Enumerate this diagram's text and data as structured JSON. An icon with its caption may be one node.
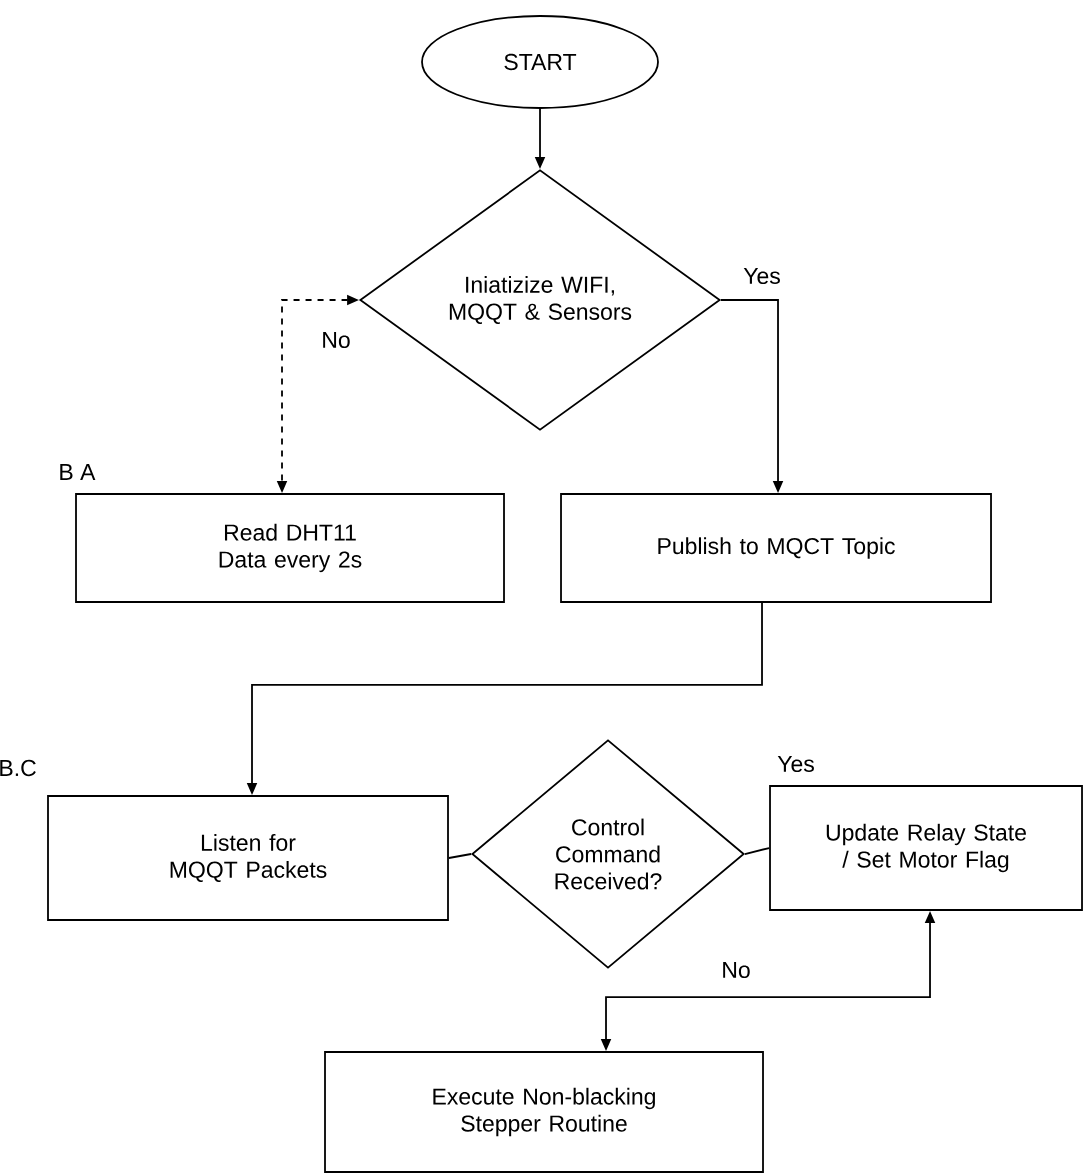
{
  "diagram": {
    "nodes": [
      {
        "text": [
          "START"
        ]
      },
      {
        "text": [
          "Iniatizize WIFI, MQQT & Sensors"
        ]
      },
      {
        "text": [
          "Read DHT11 Data every 2s"
        ]
      },
      {
        "text": [
          "Publish to MQCT Topic"
        ]
      },
      {
        "text": [
          "Listen for MQQT Packets"
        ]
      },
      {
        "text": [
          "Control Command Received?"
        ]
      },
      {
        "text": [
          "Update Relay State / Set Motor Flag"
        ]
      },
      {
        "text": [
          "Execute Non-blacking Stepper Routine"
        ]
      }
    ],
    "edges": [
      {
        "from": 0,
        "to": 1,
        "arrow": "to"
      },
      {
        "from": 1,
        "to": 2,
        "arrow": "both",
        "style": "dashed",
        "label": "No"
      },
      {
        "from": 1,
        "to": 3,
        "arrow": "to",
        "label": "Yes"
      },
      {
        "from": 3,
        "to": 4,
        "arrow": "to"
      },
      {
        "from": 4,
        "to": 5,
        "arrow": "none"
      },
      {
        "from": 5,
        "to": 6,
        "arrow": "none",
        "label": "Yes"
      },
      {
        "from": 7,
        "to": 6,
        "arrow": "both",
        "label": "No"
      }
    ],
    "labels": [
      "B A",
      "B.C"
    ]
  }
}
